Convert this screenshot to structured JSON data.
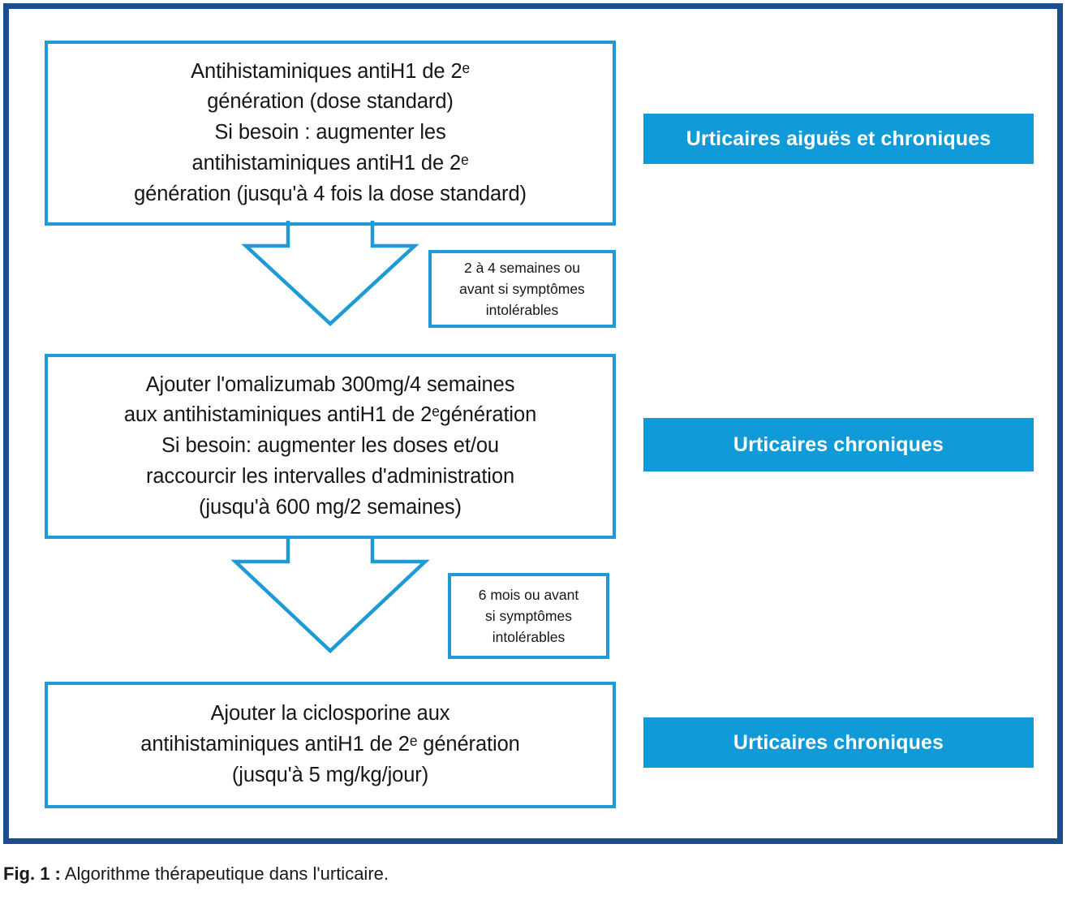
{
  "figure": {
    "caption_label": "Fig. 1 :",
    "caption_text": "Algorithme thérapeutique dans l'urticaire.",
    "frame_color": "#1e4d8b",
    "accent_color": "#1e9ad6",
    "label_fill_color": "#109ad8",
    "label_text_color": "#ffffff"
  },
  "flow": {
    "steps": [
      {
        "id": "step-1",
        "lines": [
          "Antihistaminiques antiH1 de 2ᵉ",
          "génération (dose standard)",
          "Si besoin : augmenter les",
          "antihistaminiques antiH1 de 2ᵉ",
          "génération (jusqu'à 4 fois la dose standard)"
        ],
        "category_label": "Urticaires aiguës et chroniques"
      },
      {
        "id": "step-2",
        "lines": [
          "Ajouter l'omalizumab 300mg/4 semaines",
          "aux antihistaminiques antiH1 de 2ᵉgénération",
          "Si besoin: augmenter les doses et/ou",
          "raccourcir les intervalles d'administration",
          "(jusqu'à 600 mg/2 semaines)"
        ],
        "category_label": "Urticaires chroniques"
      },
      {
        "id": "step-3",
        "lines": [
          "Ajouter la ciclosporine aux",
          "antihistaminiques antiH1 de 2ᵉ génération",
          "(jusqu'à 5 mg/kg/jour)"
        ],
        "category_label": "Urticaires chroniques"
      }
    ],
    "transitions": [
      {
        "id": "transition-1-2",
        "lines": [
          "2 à 4 semaines ou",
          "avant si symptômes",
          "intolérables"
        ]
      },
      {
        "id": "transition-2-3",
        "lines": [
          "6 mois ou avant",
          "si symptômes",
          "intolérables"
        ]
      }
    ]
  }
}
